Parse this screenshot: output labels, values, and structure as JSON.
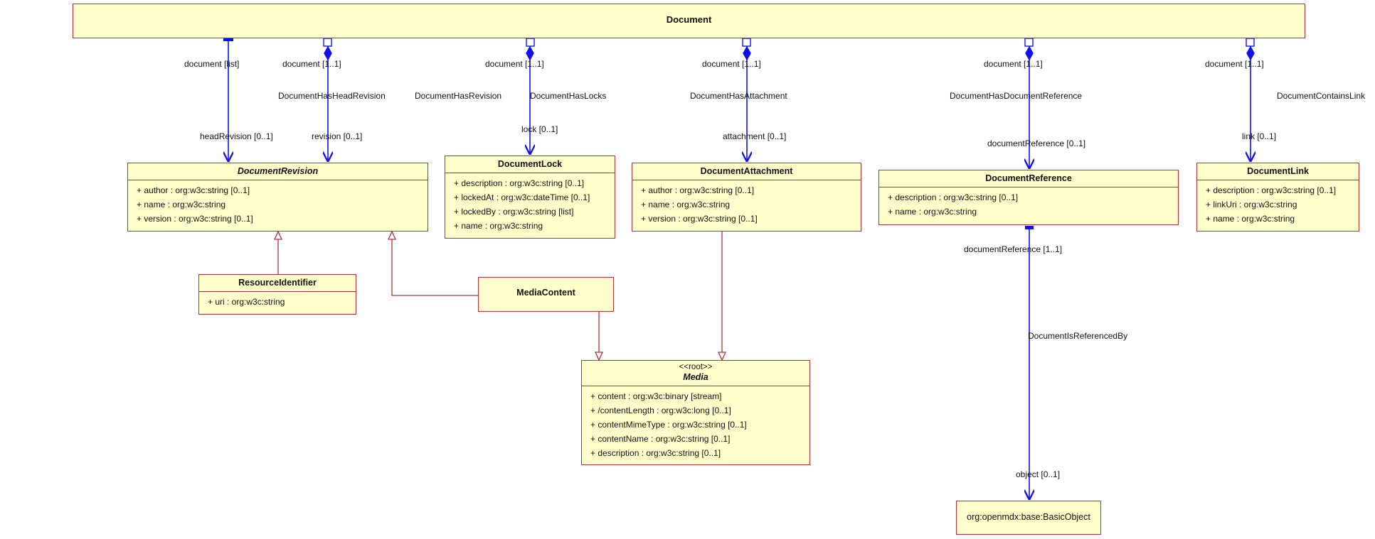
{
  "diagram": {
    "document": {
      "name": "Document"
    },
    "document_revision": {
      "name": "DocumentRevision",
      "attributes": [
        "+ author : org:w3c:string [0..1]",
        "+ name : org:w3c:string",
        "+ version : org:w3c:string [0..1]"
      ]
    },
    "resource_identifier": {
      "name": "ResourceIdentifier",
      "attributes": [
        "+ uri : org:w3c:string"
      ]
    },
    "media_content": {
      "name": "MediaContent"
    },
    "document_lock": {
      "name": "DocumentLock",
      "attributes": [
        "+ description : org:w3c:string [0..1]",
        "+ lockedAt : org:w3c:dateTime [0..1]",
        "+ lockedBy : org:w3c:string [list]",
        "+ name : org:w3c:string"
      ]
    },
    "document_attachment": {
      "name": "DocumentAttachment",
      "attributes": [
        "+ author : org:w3c:string [0..1]",
        "+ name : org:w3c:string",
        "+ version : org:w3c:string [0..1]"
      ]
    },
    "media": {
      "stereotype": "<<root>>",
      "name": "Media",
      "attributes": [
        "+ content : org:w3c:binary [stream]",
        "+ /contentLength : org:w3c:long [0..1]",
        "+ contentMimeType : org:w3c:string [0..1]",
        "+ contentName : org:w3c:string [0..1]",
        "+ description : org:w3c:string [0..1]"
      ]
    },
    "document_reference": {
      "name": "DocumentReference",
      "attributes": [
        "+ description : org:w3c:string [0..1]",
        "+ name : org:w3c:string"
      ]
    },
    "document_link": {
      "name": "DocumentLink",
      "attributes": [
        "+ description : org:w3c:string [0..1]",
        "+ linkUri : org:w3c:string",
        "+ name : org:w3c:string"
      ]
    },
    "basic_object": {
      "name": "org:openmdx:base:BasicObject"
    },
    "labels": {
      "doc_list": "document [list]",
      "head_revision_role": "headRevision [0..1]",
      "doc_11_a": "document [1..1]",
      "has_head_revision": "DocumentHasHeadRevision",
      "revision_role": "revision [0..1]",
      "has_revision": "DocumentHasRevision",
      "doc_11_b": "document [1..1]",
      "has_locks": "DocumentHasLocks",
      "lock_role": "lock [0..1]",
      "doc_11_c": "document [1..1]",
      "has_attachment": "DocumentHasAttachment",
      "attachment_role": "attachment [0..1]",
      "doc_11_d": "document [1..1]",
      "has_doc_ref": "DocumentHasDocumentReference",
      "doc_ref_role": "documentReference [0..1]",
      "doc_11_e": "document [1..1]",
      "contains_link": "DocumentContainsLink",
      "link_role": "link [0..1]",
      "doc_ref_11": "documentReference [1..1]",
      "is_referenced_by": "DocumentIsReferencedBy",
      "object_role": "object [0..1]"
    }
  }
}
